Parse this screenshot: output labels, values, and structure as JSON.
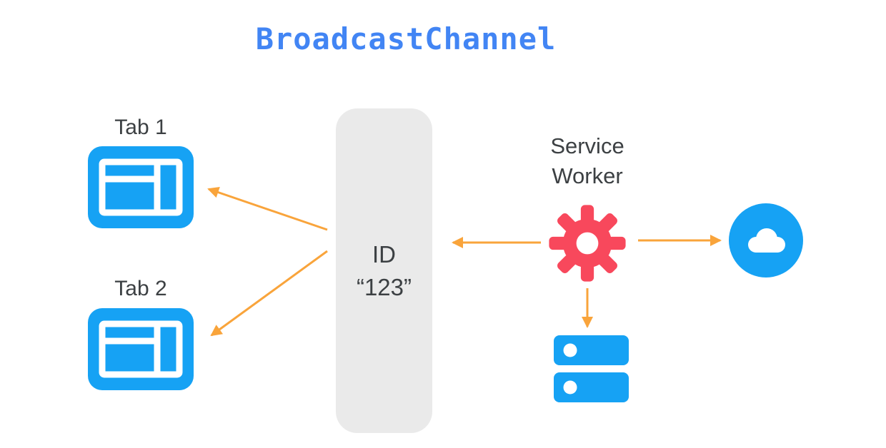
{
  "title": "BroadcastChannel",
  "colors": {
    "title-blue": "#4285F4",
    "icon-blue": "#16A2F4",
    "gear-red": "#F8485C",
    "arrow-orange": "#F9A43B",
    "pill-gray": "#EAEAEA",
    "text-dark": "#3C4043"
  },
  "tabs": [
    {
      "label": "Tab 1"
    },
    {
      "label": "Tab 2"
    }
  ],
  "channel": {
    "id_line1": "ID",
    "id_line2": "“123”"
  },
  "service_worker": {
    "label": "Service Worker"
  },
  "icons": {
    "tab1": "browser-window-icon",
    "tab2": "browser-window-icon",
    "service_worker": "gear-icon",
    "cloud": "cloud-icon",
    "storage": "database-icon"
  },
  "arrows": [
    {
      "name": "channel-to-tab1",
      "direction": "to-tab1"
    },
    {
      "name": "channel-to-tab2",
      "direction": "to-tab2"
    },
    {
      "name": "service-worker-to-channel",
      "direction": "left"
    },
    {
      "name": "service-worker-to-cloud",
      "direction": "right"
    },
    {
      "name": "service-worker-to-storage",
      "direction": "down"
    }
  ]
}
